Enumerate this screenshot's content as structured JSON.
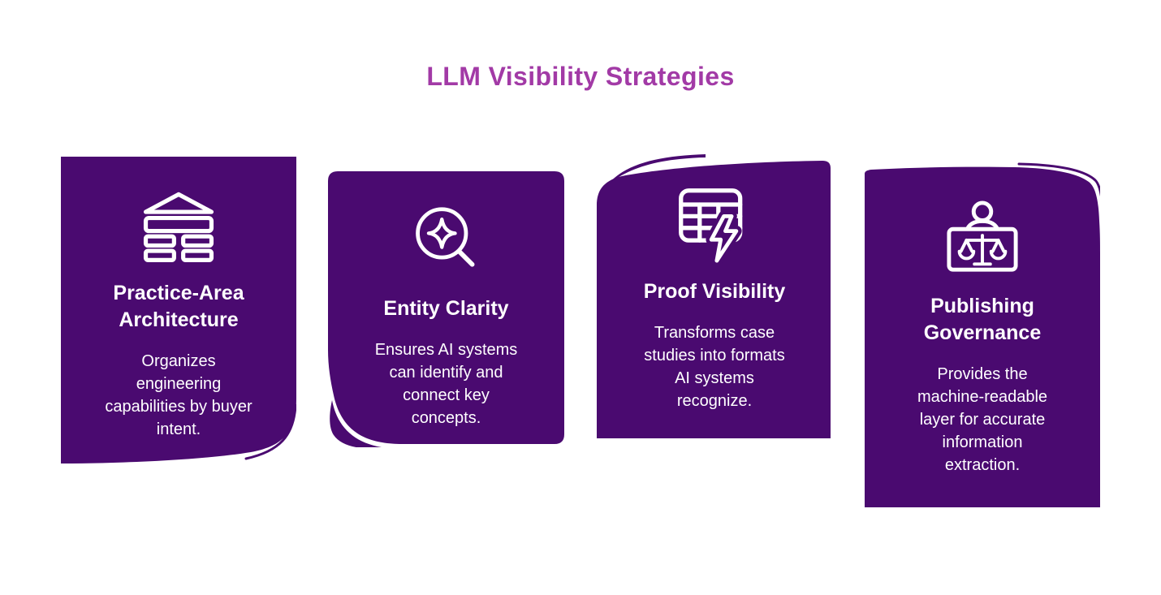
{
  "page": {
    "title": "LLM Visibility Strategies"
  },
  "colors": {
    "card_purple": "#4a0a70",
    "title_purple": "#a23aa6",
    "card_text": "#ffffff",
    "background": "#ffffff"
  },
  "cards": [
    {
      "title": "Practice-Area\nArchitecture",
      "description": "Organizes\nengineering\ncapabilities by buyer\nintent.",
      "icon": "bank-architecture-icon",
      "curl": "bottom-right"
    },
    {
      "title": "Entity Clarity",
      "description": "Ensures AI systems\ncan identify and\nconnect key\nconcepts.",
      "icon": "sparkle-magnifier-icon",
      "curl": "bottom-left"
    },
    {
      "title": "Proof Visibility",
      "description": "Transforms case\nstudies into formats\nAI systems\nrecognize.",
      "icon": "table-lightning-bolt-icon",
      "curl": "top-left"
    },
    {
      "title": "Publishing\nGovernance",
      "description": "Provides the\nmachine-readable\nlayer for accurate\ninformation\nextraction.",
      "icon": "person-justice-scales-icon",
      "curl": "top-right"
    }
  ]
}
